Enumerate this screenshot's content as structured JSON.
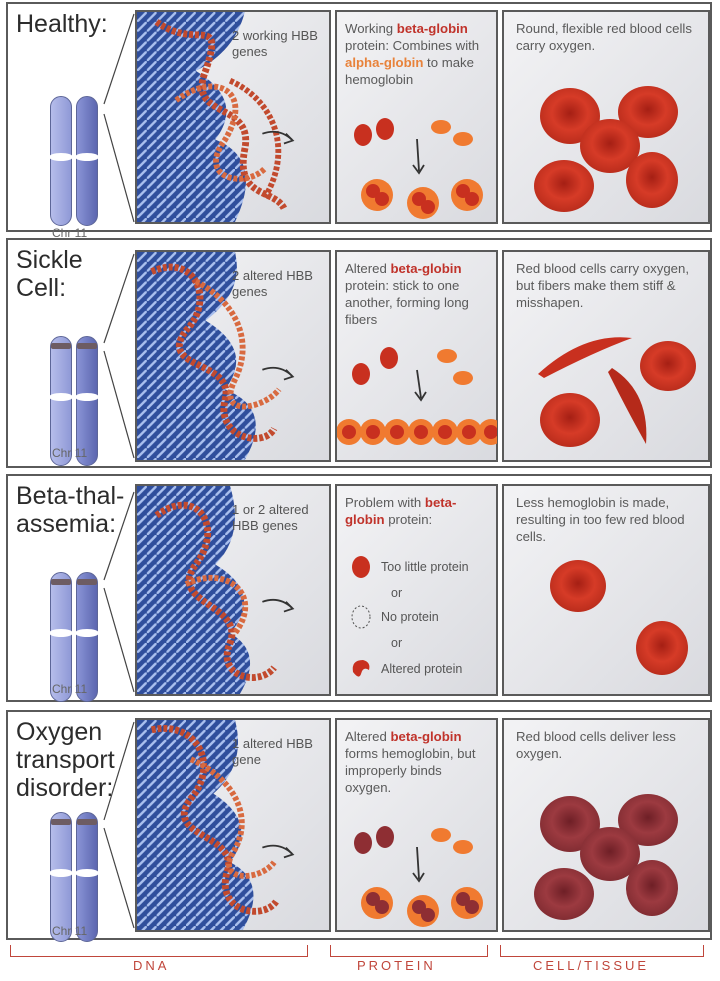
{
  "rows": [
    {
      "title": "Healthy:",
      "chr": "Chr 11",
      "gene_text": "2 working HBB genes",
      "protein": {
        "pre": "Working ",
        "red1": "beta-globin",
        "mid": " protein: Combines with ",
        "orange1": "alpha-globin",
        "post": " to make hemoglobin"
      },
      "cell_text": "Round, flexible red blood cells carry oxygen."
    },
    {
      "title": "Sickle\nCell:",
      "chr": "Chr 11",
      "gene_text": "2 altered HBB genes",
      "protein": {
        "pre": "Altered ",
        "red1": "beta-globin",
        "post": " protein: stick to one another, forming long fibers"
      },
      "cell_text": "Red blood cells carry oxygen, but fibers make them stiff & misshapen."
    },
    {
      "title": "Beta-thal-\nassemia:",
      "chr": "Chr 11",
      "gene_text": "1 or 2 altered HBB genes",
      "protein": {
        "pre": "Problem with ",
        "red1": "beta-globin",
        "post": " protein:"
      },
      "list": [
        "Too little protein",
        "or",
        "No protein",
        "or",
        "Altered protein"
      ],
      "cell_text": "Less hemoglobin is made, resulting in too few red blood cells."
    },
    {
      "title": "Oxygen\ntransport\ndisorder:",
      "chr": "Chr 11",
      "gene_text": "1 altered HBB gene",
      "protein": {
        "pre": "Altered ",
        "red1": "beta-globin",
        "post": " forms hemoglobin, but improperly binds oxygen."
      },
      "cell_text": "Red blood cells deliver less oxygen."
    }
  ],
  "axis": {
    "dna": "DNA",
    "protein": "PROTEIN",
    "cell": "CELL/TISSUE"
  },
  "colors": {
    "red_text": "#c0332b",
    "orange_text": "#e8823a",
    "rbc": "#c8301f",
    "rbc_dark": "#8e2e33",
    "alpha_orange": "#f07a30",
    "chromosome": "#8f99d6"
  }
}
